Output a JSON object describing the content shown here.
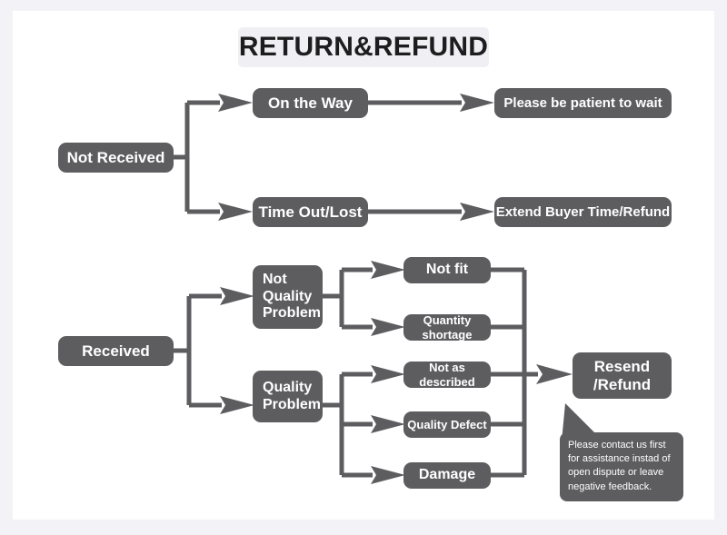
{
  "page": {
    "title": "RETURN&REFUND",
    "background": "#ffffff",
    "frame_color": "#f3f2f6",
    "node_color": "#5d5d60",
    "node_text_color": "#ffffff",
    "title_bg": "#f0eff3",
    "title_color": "#1d1d1f",
    "connector_color": "#5d5d60"
  },
  "nodes": {
    "not_received": "Not Received",
    "on_the_way": "On the Way",
    "time_out_lost": "Time Out/Lost",
    "please_be_patient": "Please be patient to wait",
    "extend_buyer": "Extend Buyer Time/Refund",
    "received": "Received",
    "not_quality_problem": "Not\nQuality\nProblem",
    "quality_problem": "Quality\nProblem",
    "not_fit": "Not fit",
    "quantity_shortage": "Quantity shortage",
    "not_as_described": "Not as described",
    "quality_defect": "Quality Defect",
    "damage": "Damage",
    "resend_refund": "Resend\n/Refund"
  },
  "callout": {
    "text": "Please contact us first for assistance instad of open dispute or leave negative feedback."
  }
}
